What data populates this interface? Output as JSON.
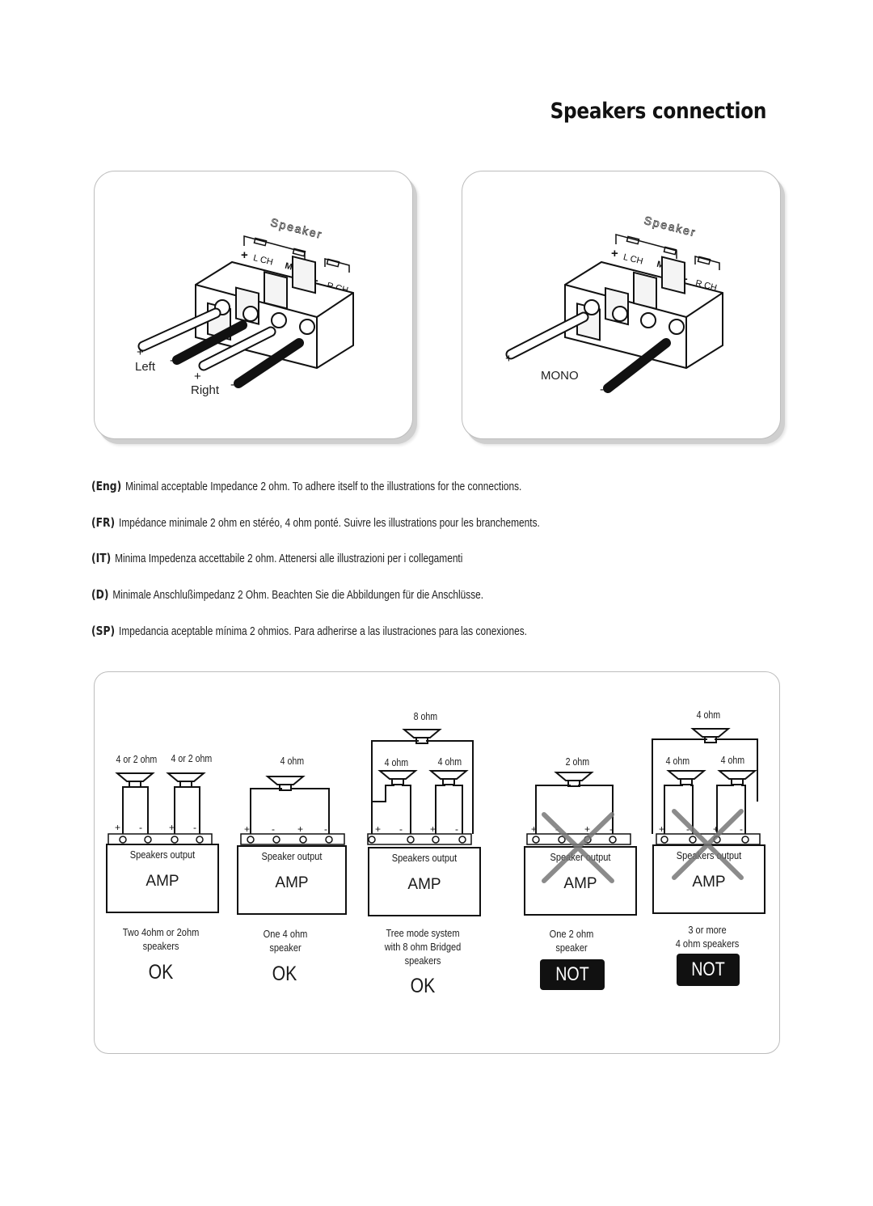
{
  "page_title": "Speakers connection",
  "stereo_panel": {
    "speaker_brand": "Speaker",
    "terminal_lch": "L CH",
    "terminal_mono": "MONO",
    "terminal_rch": "R CH",
    "plus": "+",
    "minus": "-",
    "left_label": "Left",
    "right_label": "Right"
  },
  "mono_panel": {
    "speaker_brand": "Speaker",
    "terminal_lch": "L CH",
    "terminal_mono": "MONO",
    "terminal_rch": "R CH",
    "plus": "+",
    "minus": "-",
    "mono_label": "MONO"
  },
  "instructions": [
    {
      "lang": "(Eng)",
      "text": "Minimal acceptable Impedance 2 ohm. To adhere itself to the illustrations for the connections."
    },
    {
      "lang": "(FR)",
      "text": "Impédance minimale 2 ohm en stéréo, 4 ohm ponté. Suivre les illustrations pour les branchements."
    },
    {
      "lang": "(IT)",
      "text": "Minima Impedenza accettabile 2 ohm. Attenersi alle illustrazioni per i collegamenti"
    },
    {
      "lang": "(D)",
      "text": "Minimale Anschlußimpedanz 2 Ohm. Beachten Sie die Abbildungen für die Anschlüsse."
    },
    {
      "lang": "(SP)",
      "text": "Impedancia aceptable mínima 2 ohmios. Para adherirse a las ilustraciones para las conexiones."
    }
  ],
  "diagrams": [
    {
      "speaker_labels": [
        "4 or 2 ohm",
        "4 or 2 ohm"
      ],
      "output": "Speakers output",
      "amp": "AMP",
      "caption": [
        "Two  4ohm  or 2ohm",
        "speakers"
      ],
      "verdict": "OK",
      "ok": true
    },
    {
      "speaker_labels": [
        "4 ohm"
      ],
      "output": "Speaker output",
      "amp": "AMP",
      "caption": [
        "One 4 ohm",
        "speaker"
      ],
      "verdict": "OK",
      "ok": true
    },
    {
      "speaker_labels": [
        "8 ohm",
        "4 ohm",
        "4 ohm"
      ],
      "output": "Speakers output",
      "amp": "AMP",
      "caption": [
        "Tree mode system",
        "with 8 ohm Bridged",
        "speakers"
      ],
      "verdict": "OK",
      "ok": true
    },
    {
      "speaker_labels": [
        "2 ohm"
      ],
      "output": "Speaker output",
      "amp": "AMP",
      "caption": [
        "One 2 ohm",
        "speaker"
      ],
      "verdict": "NOT OK",
      "ok": false
    },
    {
      "speaker_labels": [
        "4 ohm",
        "4 ohm",
        "4 ohm"
      ],
      "output": "Speakers output",
      "amp": "AMP",
      "caption": [
        "3 or more",
        "4 ohm speakers"
      ],
      "verdict": "NOT OK",
      "ok": false
    }
  ],
  "terminal_signs": [
    "+",
    "-",
    "+",
    "-"
  ]
}
